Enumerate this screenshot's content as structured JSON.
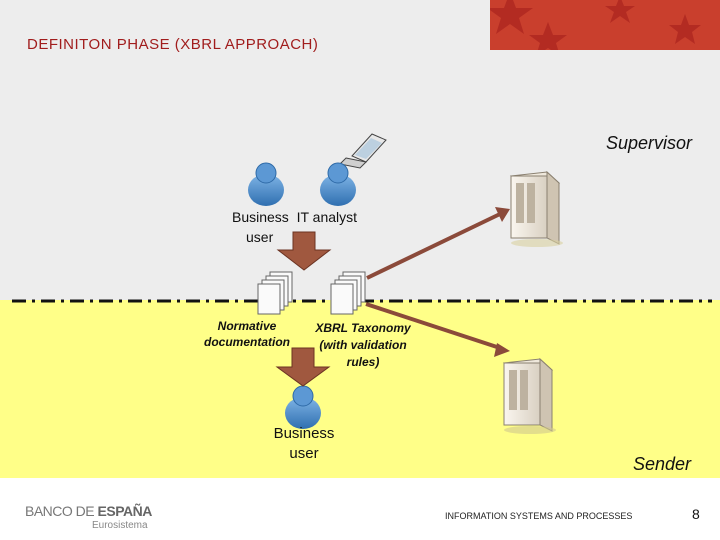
{
  "slide": {
    "title": "DEFINITON PHASE (XBRL APPROACH)",
    "page_number": "8"
  },
  "actors": {
    "supervisor": "Supervisor",
    "sender": "Sender",
    "business_it_analyst": "Business  IT analyst",
    "user": "user",
    "business_user": "Business user"
  },
  "documents": {
    "normative": "Normative documentation",
    "taxonomy": "XBRL Taxonomy (with validation rules)"
  },
  "footer": {
    "logo_part1": "BANCO DE ",
    "logo_part2": "ESPAÑA",
    "logo_sub": "Eurosistema",
    "caption": "INFORMATION SYSTEMS AND PROCESSES"
  },
  "colors": {
    "title": "#a11d1d",
    "brand_red": "#c0392b",
    "arrow_brown": "#8b4a3a",
    "sender_zone": "#ffff88"
  },
  "icons": [
    "star-icon",
    "laptop-icon",
    "user-icon",
    "document-stack-icon",
    "server-icon",
    "arrow-down-icon"
  ]
}
